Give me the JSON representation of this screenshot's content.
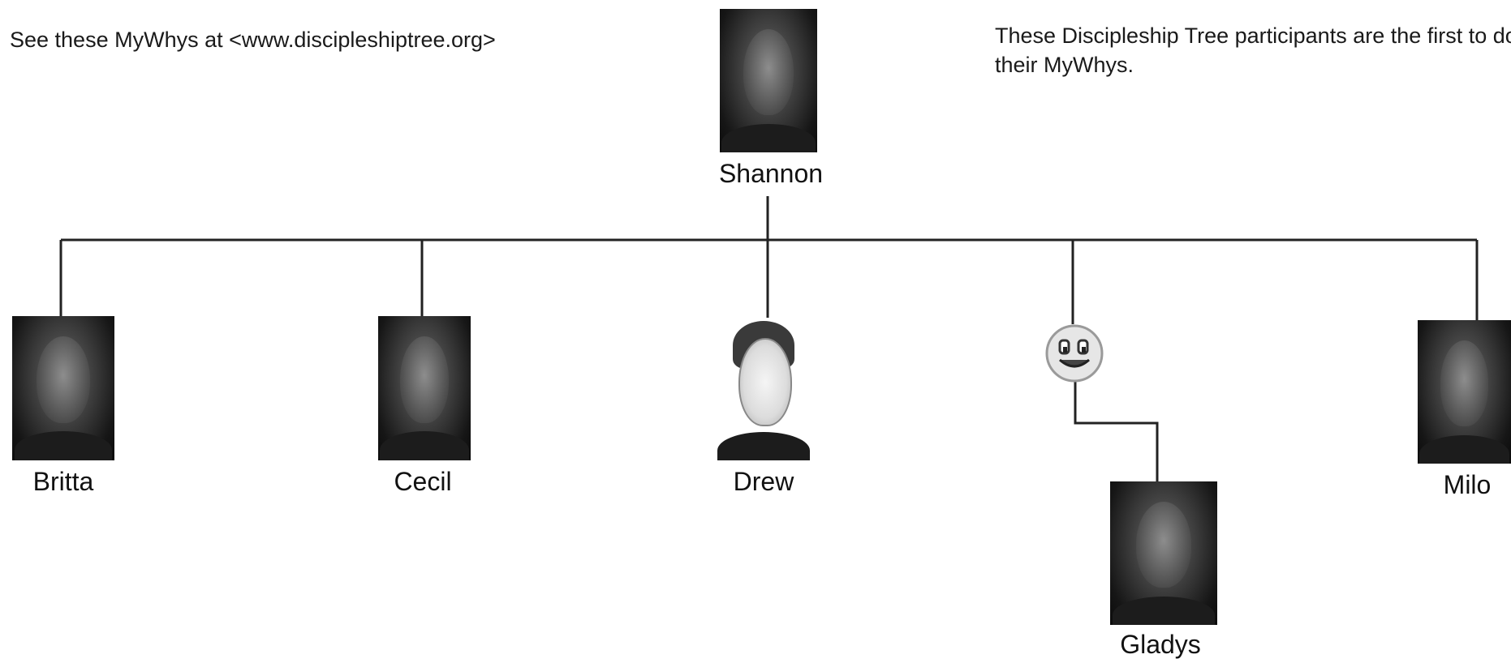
{
  "notes": {
    "left": "See these MyWhys at <www.discipleshiptree.org>",
    "right": "These Discipleship Tree participants are the first to do their MyWhys."
  },
  "tree": {
    "root": {
      "name": "Shannon"
    },
    "children": [
      {
        "name": "Britta"
      },
      {
        "name": "Cecil"
      },
      {
        "name": "Drew"
      },
      {
        "name": "Gladys",
        "icon": "smiley-face-icon"
      },
      {
        "name": "Milo"
      }
    ]
  }
}
